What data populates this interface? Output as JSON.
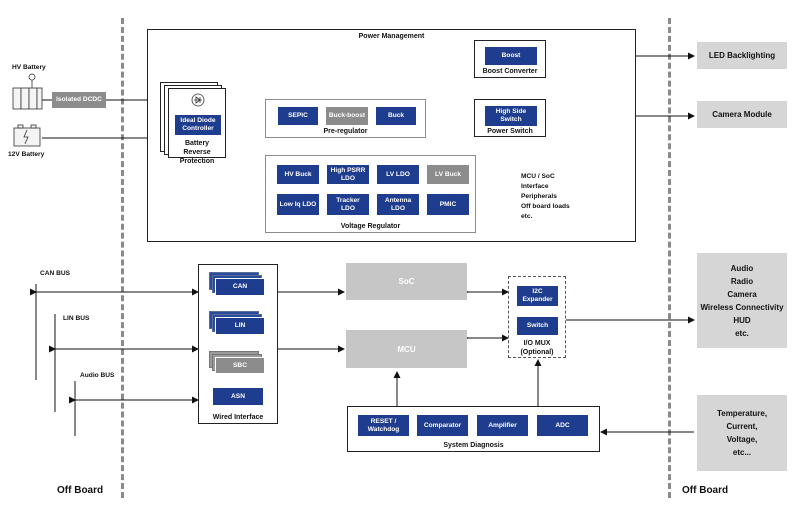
{
  "power_management": {
    "title": "Power Management",
    "boost_converter": {
      "block": "Boost",
      "caption": "Boost Converter"
    },
    "power_switch": {
      "block": "High Side Switch",
      "caption": "Power Switch"
    },
    "reverse_protection": {
      "block": "Ideal Diode Controller",
      "caption": "Battery Reverse Protection"
    },
    "pre_regulator": {
      "caption": "Pre-regulator",
      "blocks": [
        "SEPIC",
        "Buck-boost",
        "Buck"
      ]
    },
    "voltage_regulator": {
      "caption": "Voltage Regulator",
      "blocks": [
        "HV Buck",
        "High PSRR LDO",
        "LV LDO",
        "LV Buck",
        "Low Iq LDO",
        "Tracker LDO",
        "Antenna LDO",
        "PMIC"
      ]
    },
    "outputs_text": "MCU / SoC\nInterface\nPeripherals\nOff board loads\netc."
  },
  "batteries": {
    "hv_label": "HV Battery",
    "isolated_label": "Isolated DCDC",
    "lv_label": "12V Battery"
  },
  "external": {
    "led": "LED Backlighting",
    "camera": "Camera Module",
    "peripherals": "Audio\nRadio\nCamera\nWireless Connectivity\nHUD\netc.",
    "sensors": "Temperature,\nCurrent,\nVoltage,\netc..."
  },
  "buses": {
    "can": "CAN BUS",
    "lin": "LIN BUS",
    "audio": "Audio BUS"
  },
  "wired_interface": {
    "caption": "Wired Interface",
    "blocks": [
      "CAN",
      "LIN",
      "SBC",
      "ASN"
    ]
  },
  "soc": "SoC",
  "mcu": "MCU",
  "io_mux": {
    "caption": "I/O MUX\n(Optional)",
    "blocks": [
      "I2C Expander",
      "Switch"
    ]
  },
  "system_diagnosis": {
    "caption": "System Diagnosis",
    "blocks": [
      "RESET / Watchdog",
      "Comparator",
      "Amplifier",
      "ADC"
    ]
  },
  "off_board_left": "Off Board",
  "off_board_right": "Off Board"
}
